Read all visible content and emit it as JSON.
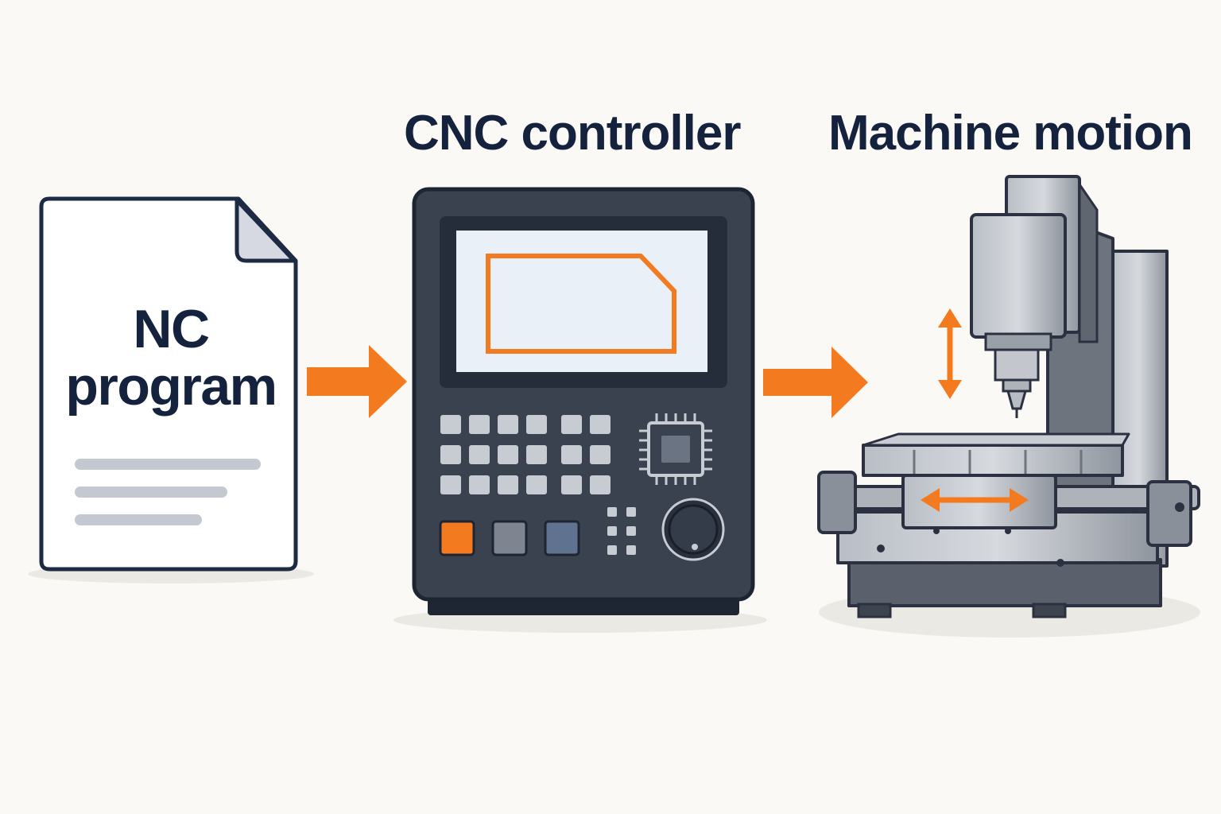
{
  "labels": {
    "nc_line1": "NC",
    "nc_line2": "program",
    "controller": "CNC controller",
    "machine": "Machine motion"
  },
  "colors": {
    "background": "#faf9f5",
    "text": "#14223d",
    "accent": "#f47a20",
    "panel": "#3a4250",
    "screen": "#eaf0f7",
    "steel": "#8a9099"
  },
  "icons": {
    "document": "document-icon",
    "controller": "cnc-controller-icon",
    "machine": "milling-machine-icon",
    "chip": "cpu-chip-icon",
    "knob": "rotary-knob-icon"
  }
}
